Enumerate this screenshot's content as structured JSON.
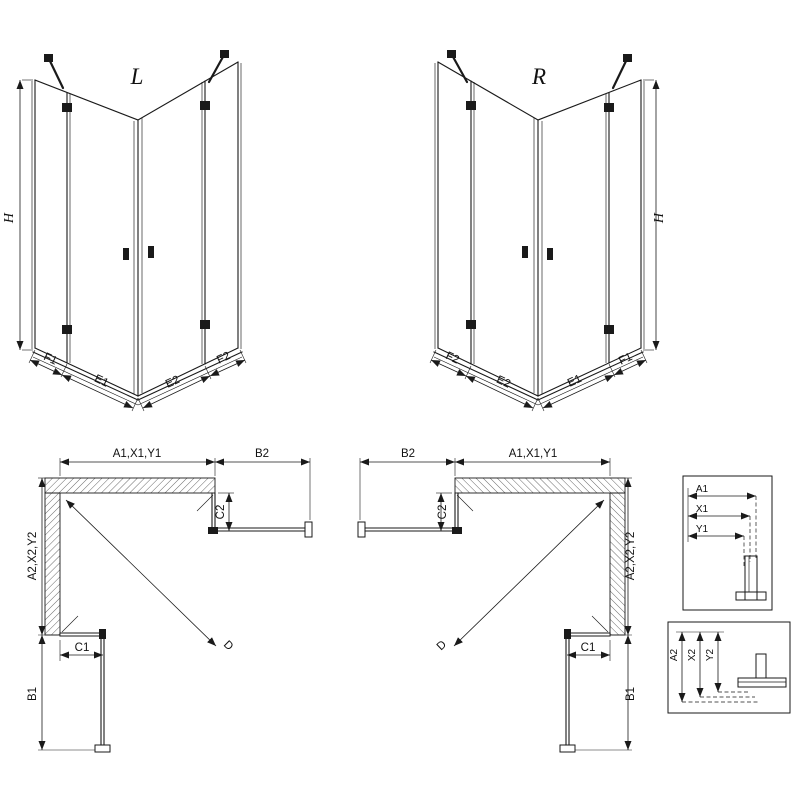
{
  "drawing": {
    "line_color": "#1a1a1a",
    "background": "#ffffff"
  },
  "perspective_left": {
    "title": "L",
    "height": "H",
    "dims": {
      "f1": "F1",
      "e1": "E1",
      "e2": "E2",
      "f2": "F2"
    }
  },
  "perspective_right": {
    "title": "R",
    "height": "H",
    "dims": {
      "f1": "F1",
      "e1": "E1",
      "e2": "E2",
      "f2": "F2"
    }
  },
  "plan_left": {
    "top_width": "A1,X1,Y1",
    "door_side_width": "B2",
    "side_height": "A2,X2,Y2",
    "fixed_top": "C2",
    "fixed_bottom": "C1",
    "door_bottom_length": "B1",
    "diagonal": "D"
  },
  "plan_right": {
    "top_width": "A1,X1,Y1",
    "door_side_width": "B2",
    "side_height": "A2,X2,Y2",
    "fixed_top": "C2",
    "fixed_bottom": "C1",
    "door_bottom_length": "B1",
    "diagonal": "D"
  },
  "detail_top": {
    "a1": "A1",
    "x1": "X1",
    "y1": "Y1"
  },
  "detail_bottom": {
    "a2": "A2",
    "x2": "X2",
    "y2": "Y2"
  }
}
